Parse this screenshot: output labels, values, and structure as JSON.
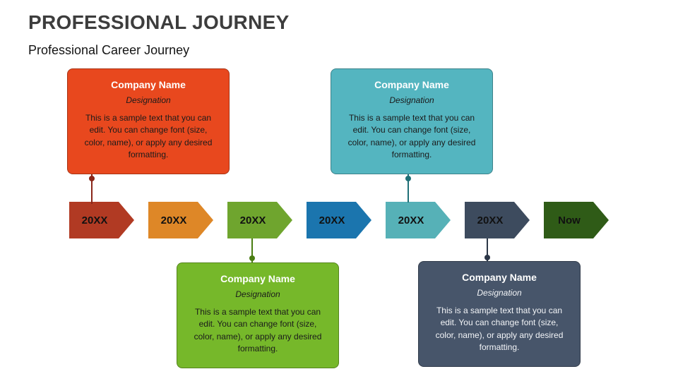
{
  "slide": {
    "title": "PROFESSIONAL JOURNEY",
    "subtitle": "Professional Career Journey"
  },
  "timeline": {
    "items": [
      {
        "label": "20XX",
        "color": "#b13a23"
      },
      {
        "label": "20XX",
        "color": "#de8727"
      },
      {
        "label": "20XX",
        "color": "#6fa52e"
      },
      {
        "label": "20XX",
        "color": "#1b75ae"
      },
      {
        "label": "20XX",
        "color": "#56b1b7"
      },
      {
        "label": "20XX",
        "color": "#3d4b5e"
      },
      {
        "label": "Now",
        "color": "#2f5b17"
      }
    ]
  },
  "cards": [
    {
      "title": "Company Name",
      "designation": "Designation",
      "body": "This is a sample text that you can edit. You can change font (size, color, name), or apply any desired formatting.",
      "color": "#e8481e"
    },
    {
      "title": "Company Name",
      "designation": "Designation",
      "body": "This is a sample text that you can edit. You can change font (size, color, name), or apply any desired formatting.",
      "color": "#54b5c0"
    },
    {
      "title": "Company Name",
      "designation": "Designation",
      "body": "This is a sample text that you can edit. You can change font (size, color, name), or apply any desired formatting.",
      "color": "#76b82a"
    },
    {
      "title": "Company Name",
      "designation": "Designation",
      "body": "This is a sample text that you can edit. You can change font (size, color, name), or apply any desired formatting.",
      "color": "#47556a"
    }
  ],
  "connectors": [
    {
      "color": "#8a2619"
    },
    {
      "color": "#1f7077"
    },
    {
      "color": "#4a7d12"
    },
    {
      "color": "#2c3747"
    }
  ]
}
